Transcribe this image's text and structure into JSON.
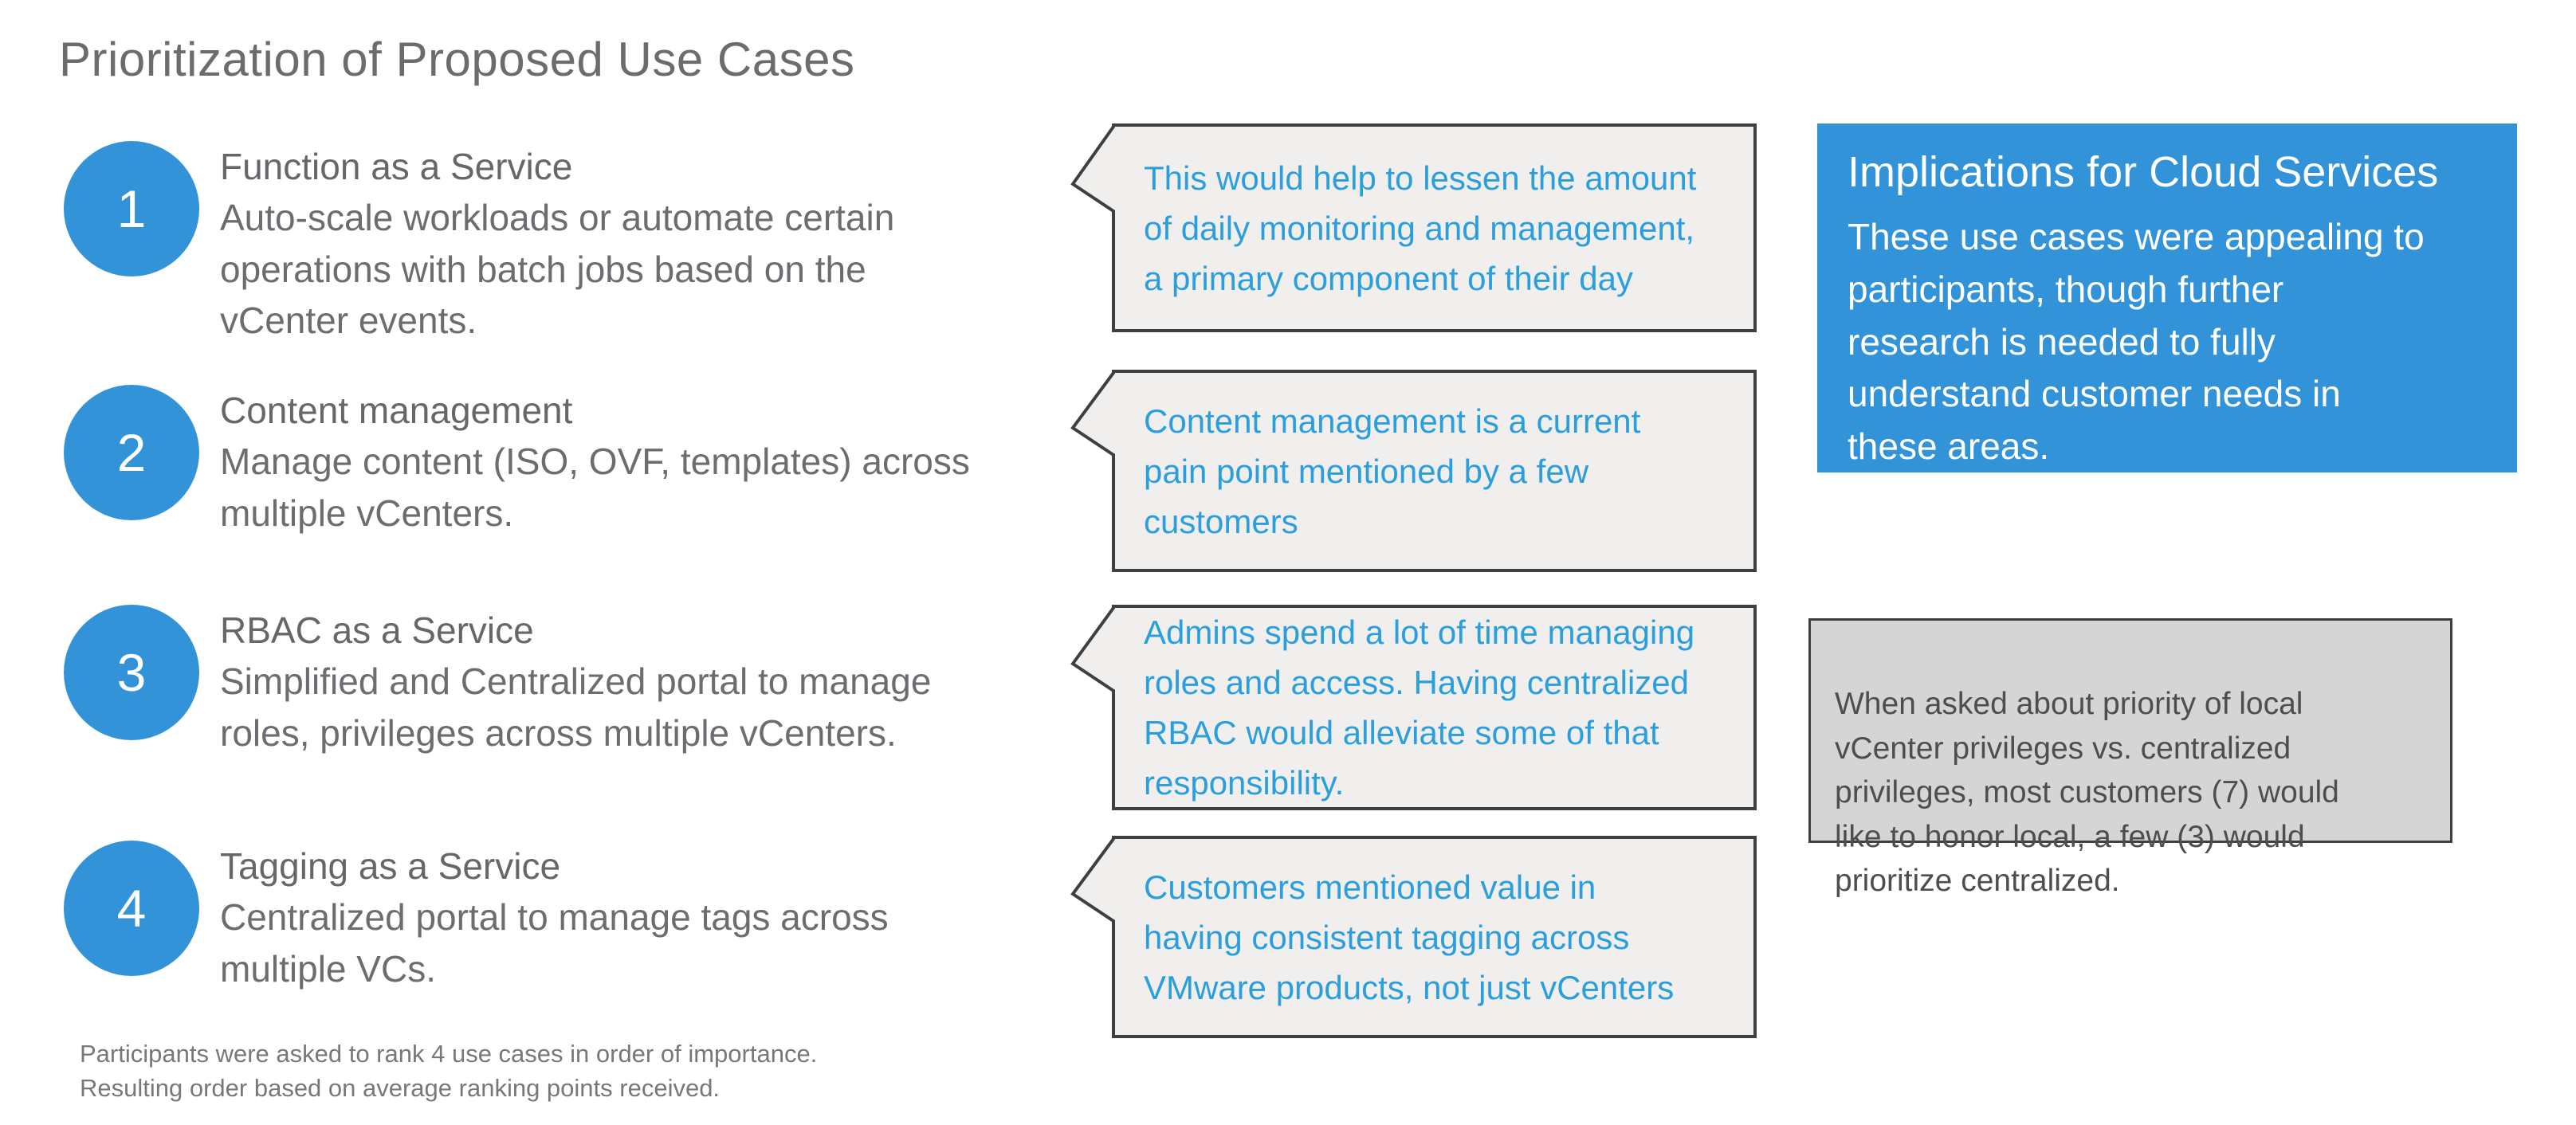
{
  "page": {
    "title": "Prioritization of Proposed Use Cases"
  },
  "colors": {
    "accent_blue": "#3293d9",
    "callout_text_blue": "#2b9edd",
    "callout_background": "#f0efee",
    "callout_border": "#3f3f3f",
    "gray_note_background": "#d5d5d5",
    "body_text_gray": "#6c6d70"
  },
  "use_cases": [
    {
      "rank": "1",
      "title": "Function as a Service",
      "description": "Auto-scale workloads or automate certain\noperations with batch jobs based on the\nvCenter events.",
      "callout": "This would help to lessen the amount\nof daily monitoring and management,\na primary component of their day"
    },
    {
      "rank": "2",
      "title": "Content management",
      "description": "Manage content (ISO, OVF, templates) across\nmultiple vCenters.",
      "callout": "Content management is a current\npain point mentioned by a few\ncustomers"
    },
    {
      "rank": "3",
      "title": "RBAC as a Service",
      "description": "Simplified and Centralized portal to manage\nroles, privileges across multiple vCenters.",
      "callout": "Admins spend a lot of time managing\nroles and access. Having centralized\nRBAC would alleviate some of that\nresponsibility."
    },
    {
      "rank": "4",
      "title": "Tagging as a Service",
      "description": "Centralized portal to manage tags across\nmultiple VCs.",
      "callout": "Customers mentioned value in\nhaving consistent tagging across\nVMware products, not just vCenters"
    }
  ],
  "implications": {
    "title": "Implications for Cloud Services",
    "body": "These use cases were appealing to\nparticipants, though further\nresearch is needed to fully\nunderstand customer needs in\nthese areas."
  },
  "gray_note": {
    "text": "When asked about priority of local\nvCenter privileges vs. centralized\nprivileges, most customers (7) would\nlike to honor local, a few (3) would\nprioritize centralized."
  },
  "footnote": {
    "line1": "Participants were asked to rank 4 use cases in order of importance.",
    "line2": "Resulting order based on average ranking points received."
  }
}
